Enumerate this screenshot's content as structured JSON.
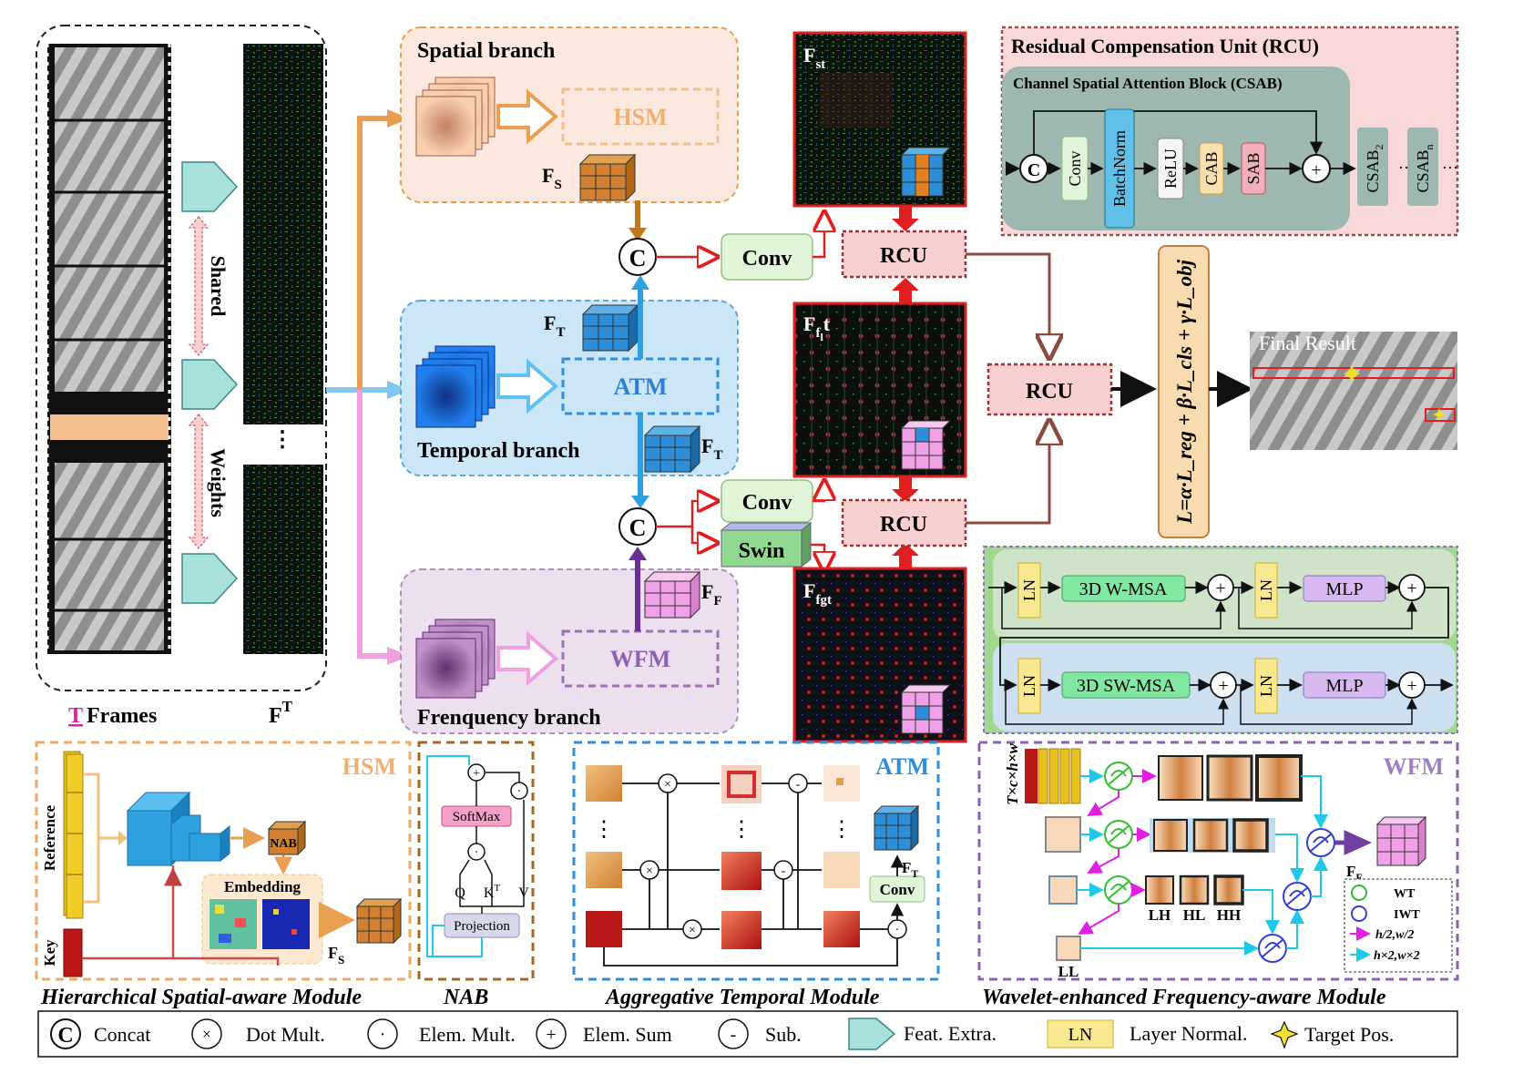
{
  "input": {
    "frames_prefix": "T",
    "frames_label": "Frames",
    "features_label": "F",
    "features_sup": "T",
    "shared_label": "Shared",
    "weights_label": "Weights",
    "dots": "⋮"
  },
  "spatial_branch": {
    "title": "Spatial branch",
    "module": "HSM",
    "feature": "F",
    "feature_sub": "S"
  },
  "temporal_branch": {
    "title": "Temporal branch",
    "module": "ATM",
    "feature": "F",
    "feature_sub": "T"
  },
  "frequency_branch": {
    "title": "Frenquency branch",
    "module": "WFM",
    "feature": "F",
    "feature_sub": "F"
  },
  "fusion": {
    "concat_symbol": "C",
    "conv": "Conv",
    "swin": "Swin",
    "rcu": "RCU",
    "map_st": {
      "main": "F",
      "sub": "st"
    },
    "map_ft": {
      "main": "F",
      "sub": "f",
      "subsub": "l",
      "tail": "t"
    },
    "map_fgt": {
      "main": "F",
      "sub": "fgt"
    }
  },
  "loss": {
    "text": "L=α·L_reg + β·L_cls + γ·L_obj"
  },
  "final_result": "Final Result",
  "rcu_box": {
    "title": "Residual Compensation Unit (RCU)",
    "csab_title": "Channel Spatial Attention Block (CSAB)",
    "blocks": [
      "Conv",
      "BatchNorm",
      "ReLU",
      "CAB",
      "SAB"
    ],
    "csab2": "CSAB",
    "csab2_sub": "2",
    "csabn": "CSAB",
    "csabn_sub": "n",
    "concat": "C",
    "plus": "+"
  },
  "swin_box": {
    "row1": [
      "LN",
      "3D W-MSA",
      "LN",
      "MLP"
    ],
    "row2": [
      "LN",
      "3D SW-MSA",
      "LN",
      "MLP"
    ],
    "plus": "+"
  },
  "hsm_detail": {
    "title": "HSM",
    "caption": "Hierarchical Spatial-aware Module",
    "reference": "Reference",
    "key": "Key",
    "nab": "NAB",
    "embedding": "Embedding",
    "out": "F",
    "out_sub": "S"
  },
  "nab_detail": {
    "caption": "NAB",
    "softmax": "SoftMax",
    "projection": "Projection",
    "q": "Q",
    "k": "K",
    "k_sup": "T",
    "v": "V"
  },
  "atm_detail": {
    "title": "ATM",
    "caption": "Aggregative Temporal Module",
    "conv": "Conv",
    "out": "F",
    "out_sub": "T"
  },
  "wfm_detail": {
    "title": "WFM",
    "caption": "Wavelet-enhanced Frequency-aware Module",
    "dims": "T×c×h×w",
    "lh": "LH",
    "hl": "HL",
    "hh": "HH",
    "ll": "LL",
    "out": "F",
    "out_sub": "F",
    "legend": [
      "WT",
      "IWT",
      "h/2,w/2",
      "h×2,w×2"
    ]
  },
  "legend": [
    {
      "symbol": "C",
      "text": "Concat"
    },
    {
      "symbol": "×",
      "text": "Dot Mult."
    },
    {
      "symbol": "·",
      "text": "Elem. Mult."
    },
    {
      "symbol": "+",
      "text": "Elem. Sum"
    },
    {
      "symbol": "-",
      "text": "Sub."
    },
    {
      "symbol": "pentagon",
      "text": "Feat. Extra."
    },
    {
      "symbol": "LN",
      "text": "Layer Normal."
    },
    {
      "symbol": "star",
      "text": "Target Pos."
    }
  ],
  "colors": {
    "spatial": "#e8a050",
    "temporal": "#2e8fd8",
    "frequency": "#a070b8",
    "rcu_fill": "#f8d0d0",
    "rcu_stroke": "#a03030",
    "red_arrow": "#e02020"
  }
}
